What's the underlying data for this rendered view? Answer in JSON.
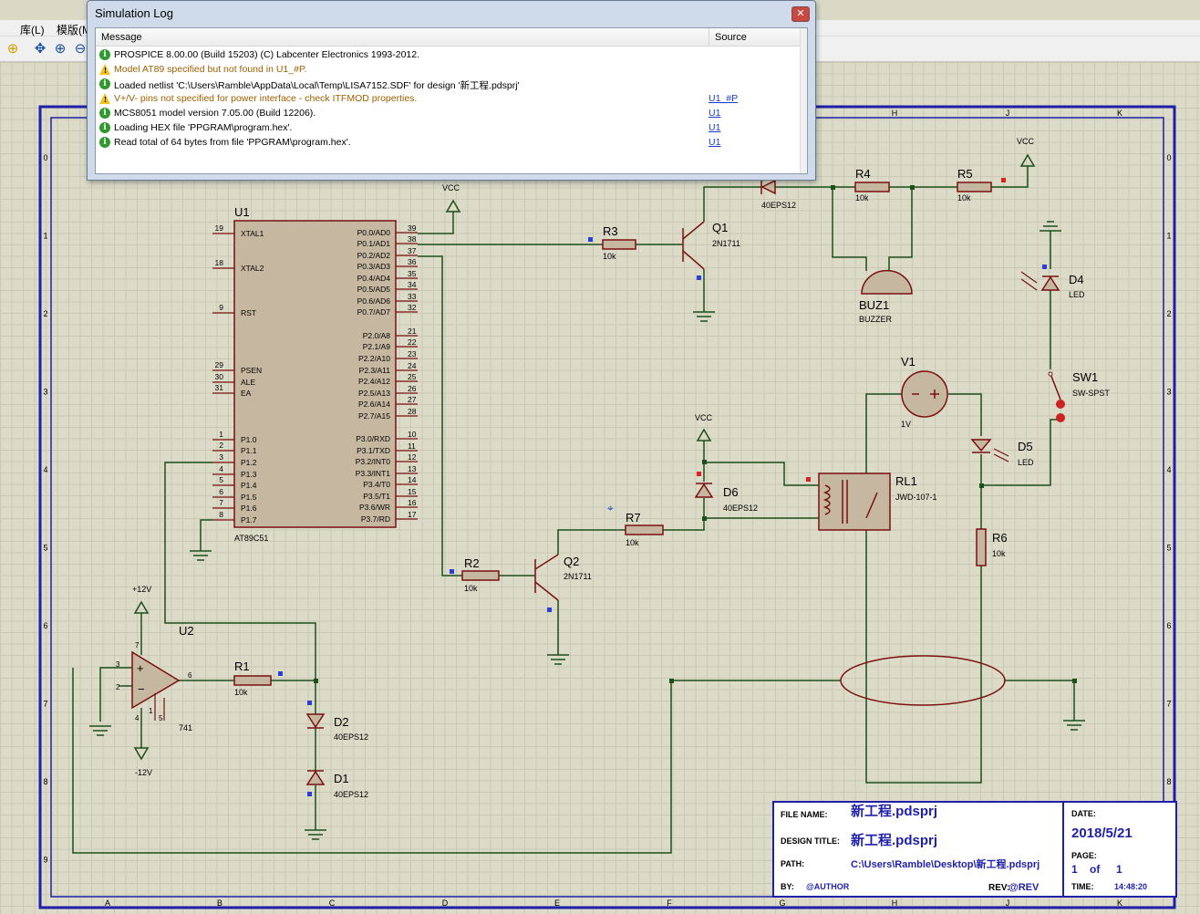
{
  "menu": {
    "items": [
      "库(L)",
      "模版(M"
    ]
  },
  "dialog": {
    "title": "Simulation Log",
    "close_glyph": "✕",
    "columns": {
      "message": "Message",
      "source": "Source"
    },
    "rows": [
      {
        "type": "info",
        "message": "PROSPICE 8.00.00 (Build 15203) (C) Labcenter Electronics 1993-2012.",
        "source": ""
      },
      {
        "type": "warning",
        "message": "Model AT89 specified but not found in U1_#P.",
        "source": ""
      },
      {
        "type": "info",
        "message": "Loaded netlist 'C:\\Users\\Ramble\\AppData\\Local\\Temp\\LISA7152.SDF' for design '新工程.pdsprj'",
        "source": ""
      },
      {
        "type": "warning",
        "message": "V+/V- pins not specified for power interface - check ITFMOD properties.",
        "source": "U1_#P"
      },
      {
        "type": "info",
        "message": "MCS8051 model version 7.05.00 (Build 12206).",
        "source": "U1"
      },
      {
        "type": "info",
        "message": "Loading HEX file 'PPGRAM\\program.hex'.",
        "source": "U1"
      },
      {
        "type": "info",
        "message": "Read total of 64 bytes from file 'PPGRAM\\program.hex'.",
        "source": "U1"
      }
    ]
  },
  "schematic": {
    "frame": {
      "col_labels": [
        "A",
        "B",
        "C",
        "D",
        "E",
        "F",
        "G",
        "H",
        "J",
        "K"
      ],
      "visible_top_cols": [
        "H",
        "J",
        "K"
      ],
      "row_labels": [
        "0",
        "1",
        "2",
        "3",
        "4",
        "5",
        "6",
        "7",
        "8",
        "9"
      ]
    },
    "mcu": {
      "ref": "U1",
      "part": "AT89C51",
      "left_pins": [
        {
          "num": "19",
          "name": "XTAL1"
        },
        {
          "num": "18",
          "name": "XTAL2"
        },
        {
          "num": "9",
          "name": "RST"
        },
        {
          "num": "29",
          "name": "PSEN"
        },
        {
          "num": "30",
          "name": "ALE"
        },
        {
          "num": "31",
          "name": "EA"
        },
        {
          "num": "1",
          "name": "P1.0"
        },
        {
          "num": "2",
          "name": "P1.1"
        },
        {
          "num": "3",
          "name": "P1.2"
        },
        {
          "num": "4",
          "name": "P1.3"
        },
        {
          "num": "5",
          "name": "P1.4"
        },
        {
          "num": "6",
          "name": "P1.5"
        },
        {
          "num": "7",
          "name": "P1.6"
        },
        {
          "num": "8",
          "name": "P1.7"
        }
      ],
      "right_pins": [
        {
          "num": "39",
          "name": "P0.0/AD0"
        },
        {
          "num": "38",
          "name": "P0.1/AD1"
        },
        {
          "num": "37",
          "name": "P0.2/AD2"
        },
        {
          "num": "36",
          "name": "P0.3/AD3"
        },
        {
          "num": "35",
          "name": "P0.4/AD4"
        },
        {
          "num": "34",
          "name": "P0.5/AD5"
        },
        {
          "num": "33",
          "name": "P0.6/AD6"
        },
        {
          "num": "32",
          "name": "P0.7/AD7"
        },
        {
          "num": "21",
          "name": "P2.0/A8"
        },
        {
          "num": "22",
          "name": "P2.1/A9"
        },
        {
          "num": "23",
          "name": "P2.2/A10"
        },
        {
          "num": "24",
          "name": "P2.3/A11"
        },
        {
          "num": "25",
          "name": "P2.4/A12"
        },
        {
          "num": "26",
          "name": "P2.5/A13"
        },
        {
          "num": "27",
          "name": "P2.6/A14"
        },
        {
          "num": "28",
          "name": "P2.7/A15"
        },
        {
          "num": "10",
          "name": "P3.0/RXD"
        },
        {
          "num": "11",
          "name": "P3.1/TXD"
        },
        {
          "num": "12",
          "name": "P3.2/INT0"
        },
        {
          "num": "13",
          "name": "P3.3/INT1"
        },
        {
          "num": "14",
          "name": "P3.4/T0"
        },
        {
          "num": "15",
          "name": "P3.5/T1"
        },
        {
          "num": "16",
          "name": "P3.6/WR"
        },
        {
          "num": "17",
          "name": "P3.7/RD"
        }
      ]
    },
    "labels": {
      "vcc": "VCC",
      "p12v": "+12V",
      "m12v": "-12V",
      "u2": "U2",
      "u2part": "741",
      "u2_p3": "3",
      "u2_p2": "2",
      "u2_p6": "6",
      "u2_p7": "7",
      "u2_p4": "4",
      "u2_p5": "5",
      "u2_p1": "1",
      "r1": "R1",
      "r2": "R2",
      "r3": "R3",
      "r4": "R4",
      "r5": "R5",
      "r6": "R6",
      "r7": "R7",
      "res_val": "10k",
      "q1": "Q1",
      "q2": "Q2",
      "q_part": "2N1711",
      "d1": "D1",
      "d2": "D2",
      "d4": "D4",
      "d5": "D5",
      "d6": "D6",
      "diode_part": "40EPS12",
      "led": "LED",
      "buz1": "BUZ1",
      "buzzer": "BUZZER",
      "v1": "V1",
      "v1_val": "1V",
      "rl1": "RL1",
      "rl_part": "JWD-107-1",
      "sw1": "SW1",
      "sw_part": "SW-SPST"
    },
    "title_block": {
      "file_name_label": "FILE NAME:",
      "file_name": "新工程.pdsprj",
      "design_title_label": "DESIGN TITLE:",
      "design_title": "新工程.pdsprj",
      "path_label": "PATH:",
      "path": "C:\\Users\\Ramble\\Desktop\\新工程.pdsprj",
      "by_label": "BY:",
      "by": "@AUTHOR",
      "rev_label": "REV:",
      "rev": "@REV",
      "date_label": "DATE:",
      "date": "2018/5/21",
      "page_label": "PAGE:",
      "page": "1",
      "of_label": "of",
      "pages": "1",
      "time_label": "TIME:",
      "time": "14:48:20"
    }
  }
}
